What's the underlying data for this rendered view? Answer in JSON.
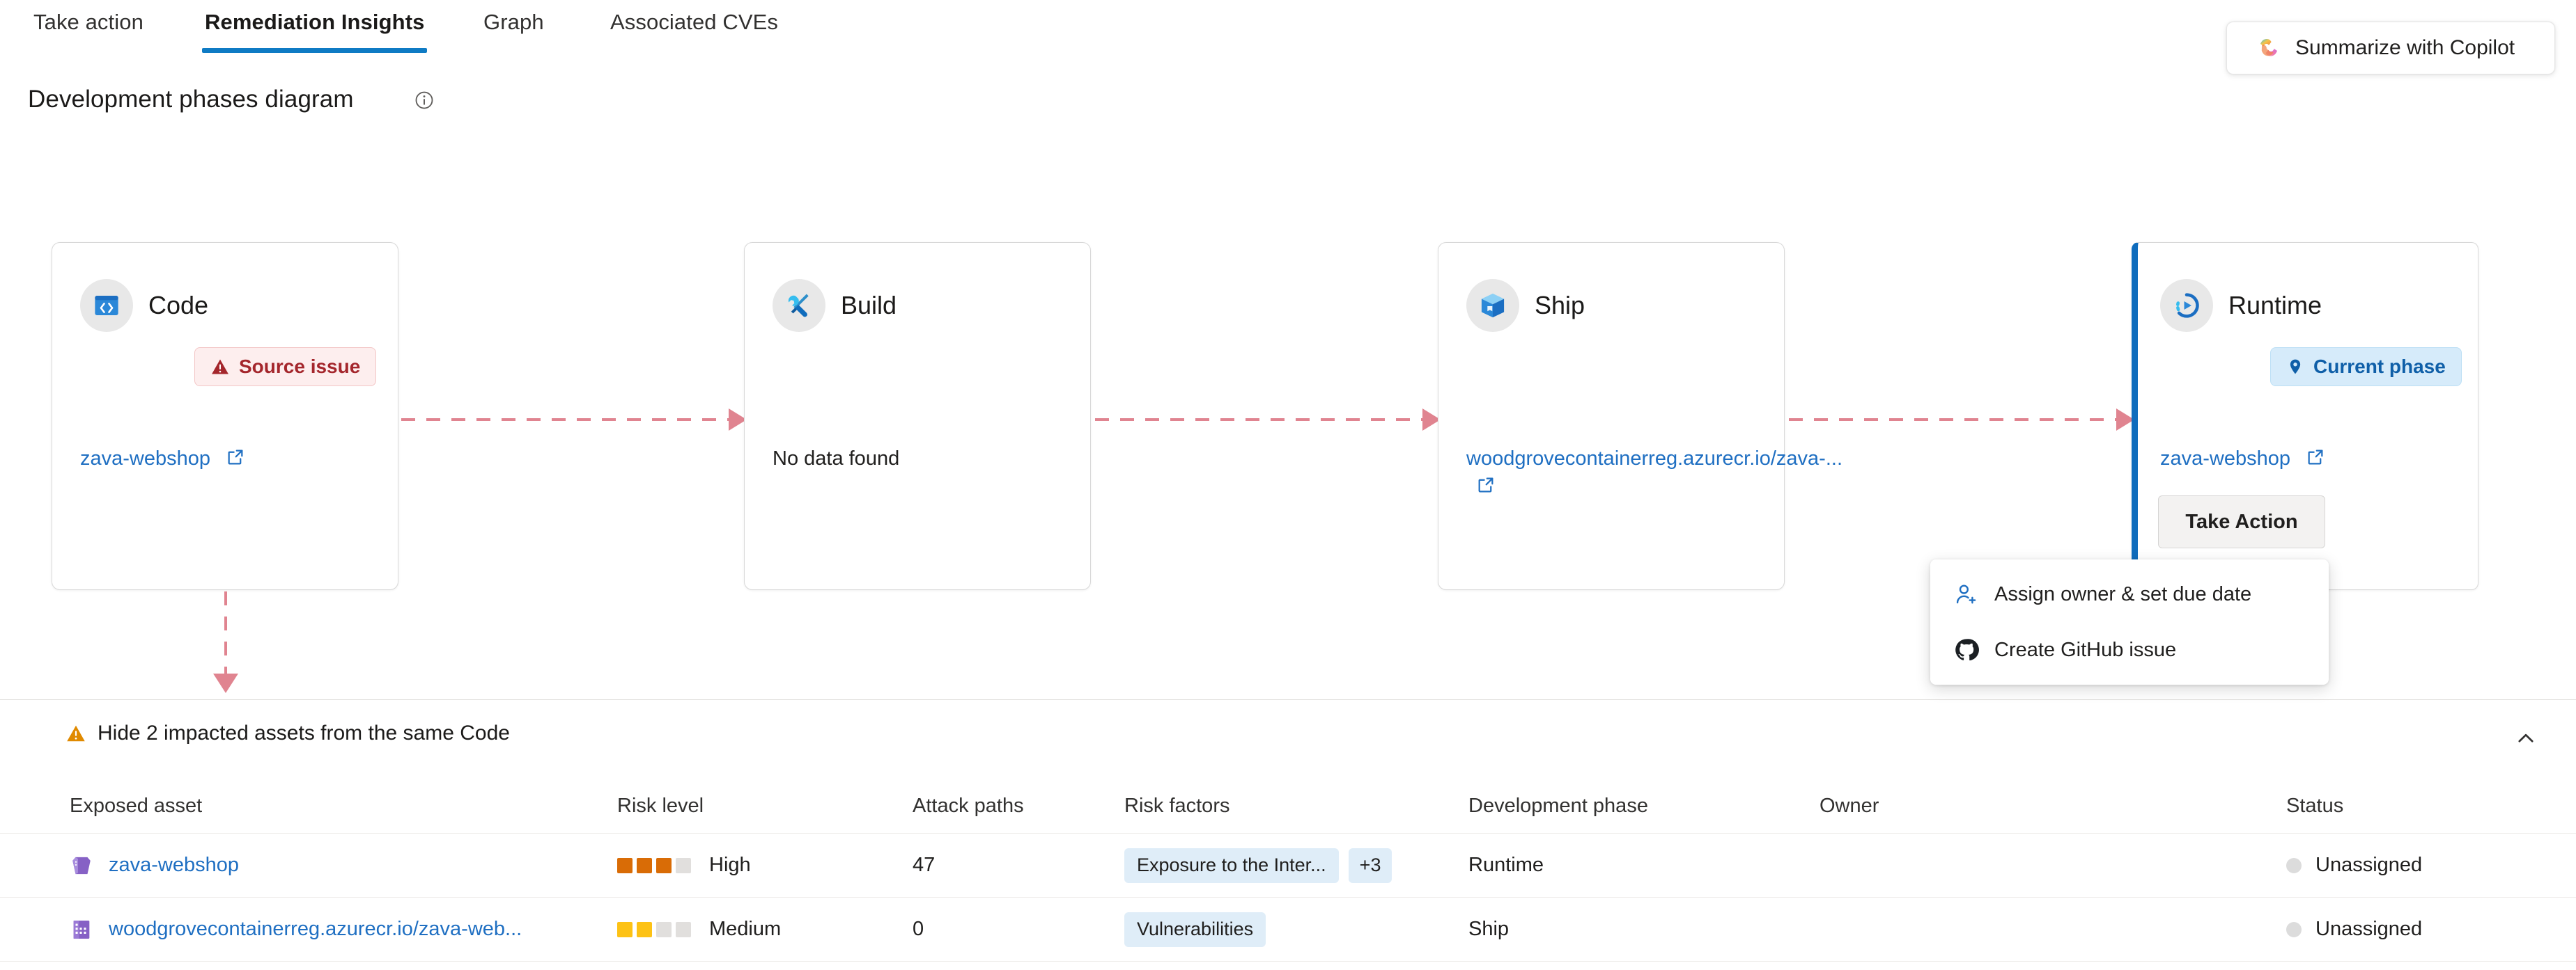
{
  "tabs": [
    {
      "label": "Take action",
      "active": false
    },
    {
      "label": "Remediation Insights",
      "active": true
    },
    {
      "label": "Graph",
      "active": false
    },
    {
      "label": "Associated CVEs",
      "active": false
    }
  ],
  "copilot": {
    "label": "Summarize with Copilot",
    "icon": "copilot-icon"
  },
  "section": {
    "title": "Development phases diagram",
    "info_icon": "info-icon"
  },
  "phases": [
    {
      "name": "Code",
      "icon": "code-window-icon",
      "badge": {
        "text": "Source issue",
        "icon": "warning-triangle-icon",
        "type": "source"
      },
      "link": "zava-webshop",
      "empty": ""
    },
    {
      "name": "Build",
      "icon": "tools-icon",
      "badge": null,
      "link": "",
      "empty": "No data found"
    },
    {
      "name": "Ship",
      "icon": "package-box-icon",
      "badge": null,
      "link": "woodgrovecontainerreg.azurecr.io/zava-...",
      "empty": ""
    },
    {
      "name": "Runtime",
      "icon": "runtime-play-icon",
      "badge": {
        "text": "Current phase",
        "icon": "location-pin-icon",
        "type": "current"
      },
      "link": "zava-webshop",
      "empty": ""
    }
  ],
  "take_action_button": {
    "label": "Take Action"
  },
  "menu": {
    "items": [
      {
        "label": "Assign owner & set due date",
        "icon": "person-add-icon"
      },
      {
        "label": "Create GitHub issue",
        "icon": "github-icon"
      }
    ]
  },
  "impacted": {
    "label": "Hide 2 impacted assets from the same Code",
    "icon": "warning-triangle-icon",
    "collapse_icon": "chevron-up-icon"
  },
  "table": {
    "headers": [
      "Exposed asset",
      "Risk level",
      "Attack paths",
      "Risk factors",
      "Development phase",
      "Owner",
      "Status"
    ],
    "rows": [
      {
        "asset": "zava-webshop",
        "asset_icon": "app-service-icon",
        "risk_level": "High",
        "risk_filled": 3,
        "risk_total": 4,
        "risk_class": "high",
        "attack_paths": "47",
        "risk_factors": [
          "Exposure to the Inter..."
        ],
        "risk_factors_more": "+3",
        "development_phase": "Runtime",
        "owner": "",
        "status": "Unassigned"
      },
      {
        "asset": "woodgrovecontainerreg.azurecr.io/zava-web...",
        "asset_icon": "container-registry-icon",
        "risk_level": "Medium",
        "risk_filled": 2,
        "risk_total": 4,
        "risk_class": "med",
        "attack_paths": "0",
        "risk_factors": [
          "Vulnerabilities"
        ],
        "risk_factors_more": "",
        "development_phase": "Ship",
        "owner": "",
        "status": "Unassigned"
      }
    ]
  },
  "colors": {
    "accent_blue": "#0f7bc4",
    "current_phase_blue": "#0f6cbd",
    "link_blue": "#1f6fc2",
    "source_issue_red": "#a4262c",
    "connector_pink": "#e08490",
    "risk_high_orange": "#d96c06",
    "risk_medium_yellow": "#fdc215",
    "warning_orange": "#e08a00"
  }
}
